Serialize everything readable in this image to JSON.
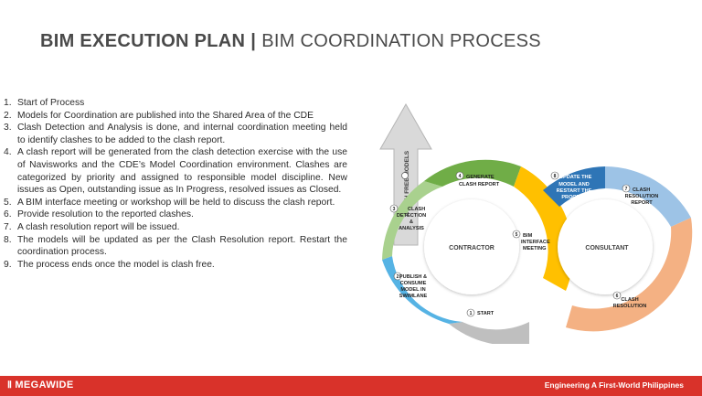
{
  "header": {
    "title_bold": "BIM EXECUTION PLAN",
    "separator": "|",
    "title_light": "BIM COORDINATION PROCESS"
  },
  "steps": [
    {
      "num": "1.",
      "text": "Start of Process"
    },
    {
      "num": "2.",
      "text": "Models for Coordination are published into the Shared Area of the CDE"
    },
    {
      "num": "3.",
      "text": "Clash Detection and Analysis is done, and internal coordination meeting held to identify clashes to be added to the clash report."
    },
    {
      "num": "4.",
      "text": "A clash report will be generated from the clash detection exercise with the use of Navisworks and the CDE’s Model Coordination environment. Clashes are categorized by priority and assigned to responsible model discipline. New issues as Open, outstanding issue as In Progress, resolved issues as Closed."
    },
    {
      "num": "5.",
      "text": "A BIM interface meeting or workshop will be held to discuss the clash report."
    },
    {
      "num": "6.",
      "text": "Provide resolution to the reported clashes."
    },
    {
      "num": "7.",
      "text": "A clash resolution report will be issued."
    },
    {
      "num": "8.",
      "text": " The models will be updated as per the Clash Resolution report. Restart the coordination process."
    },
    {
      "num": "9.",
      "text": "The process ends once the model is clash free."
    }
  ],
  "diagram": {
    "arrow_label": "CLASH FREE MODELS",
    "contractor": "CONTRACTOR",
    "consultant": "CONSULTANT",
    "segments": {
      "start": {
        "num": "1",
        "line1": "START"
      },
      "publish": {
        "num": "2",
        "line1": "PUBLISH &",
        "line2": "CONSUME",
        "line3": "MODEL IN",
        "line4": "SWIMLANE"
      },
      "clash_detection": {
        "num": "3",
        "line1": "CLASH",
        "line2": "DETECTION",
        "line3": "&",
        "line4": "ANALYSIS"
      },
      "generate": {
        "num": "4",
        "line1": "GENERATE",
        "line2": "CLASH REPORT"
      },
      "bim_meeting": {
        "num": "5",
        "line1": "BIM",
        "line2": "INTERFACE",
        "line3": "MEETING"
      },
      "clash_resolution": {
        "num": "6",
        "line1": "CLASH",
        "line2": "RESOLUTION"
      },
      "clash_resolution_report": {
        "num": "7",
        "line1": "CLASH",
        "line2": "RESOLUTION",
        "line3": "REPORT"
      },
      "update_model": {
        "num": "8",
        "line1": "UPDATE THE",
        "line2": "MODEL AND",
        "line3": "RESTART THE",
        "line4": "PROCESS"
      }
    },
    "colors": {
      "gray": "#bfbfbf",
      "light_blue": "#56b3e4",
      "light_green": "#a9d18e",
      "green": "#70ad47",
      "yellow": "#ffc000",
      "orange": "#f4b183",
      "pale_blue": "#9dc3e6",
      "blue": "#2e75b6"
    }
  },
  "footer": {
    "logo_mark": "Ⅱ",
    "logo": "MEGAWIDE",
    "tagline": "Engineering A First-World Philippines",
    "color": "#d9322a"
  }
}
